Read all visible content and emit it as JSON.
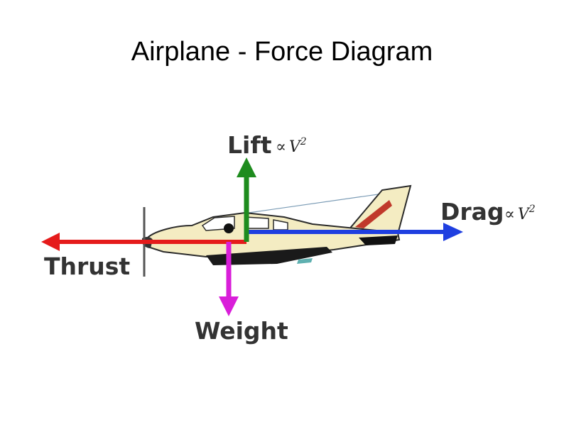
{
  "title": "Airplane - Force Diagram",
  "forces": {
    "lift": {
      "label": "Lift",
      "color": "#1e8c1e"
    },
    "drag": {
      "label": "Drag",
      "color": "#1f3fe0"
    },
    "thrust": {
      "label": "Thrust",
      "color": "#e51b1b"
    },
    "weight": {
      "label": "Weight",
      "color": "#d91ed9"
    }
  },
  "proportionality": {
    "symbol": "∝",
    "variable": "V",
    "exponent": "2"
  },
  "colors": {
    "fuselage": "#f4ecc2",
    "outline": "#2a2a2a",
    "tail_stripe": "#c0392b",
    "window": "#ffffff"
  }
}
